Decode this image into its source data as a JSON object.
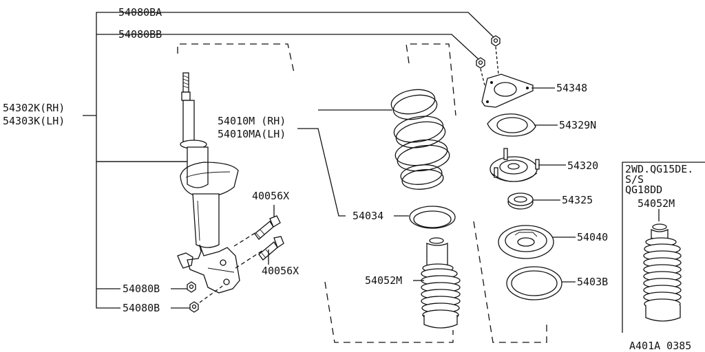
{
  "labels": {
    "strut_top_nut_a": "54080BA",
    "strut_top_nut_b": "54080BB",
    "strut_rh": "54302K(RH)",
    "strut_lh": "54303K(LH)",
    "spring_rh": "54010M (RH)",
    "spring_lh": "54010MA(LH)",
    "bolt_upper": "40056X",
    "bolt_lower": "40056X",
    "nut_upper": "54080B",
    "nut_lower": "54080B",
    "spring_seat": "54034",
    "bound_bumper": "54052M",
    "mount_plate": "54348",
    "mount_gasket": "54329N",
    "strut_mount": "54320",
    "bearing": "54325",
    "upper_seat": "54040",
    "rubber_seat": "5403B",
    "variant_line1": "2WD.QG15DE.",
    "variant_line2": "S/S",
    "variant_line3": "QG18DD",
    "variant_part": "54052M",
    "diagram_code": "A401A 0385"
  }
}
